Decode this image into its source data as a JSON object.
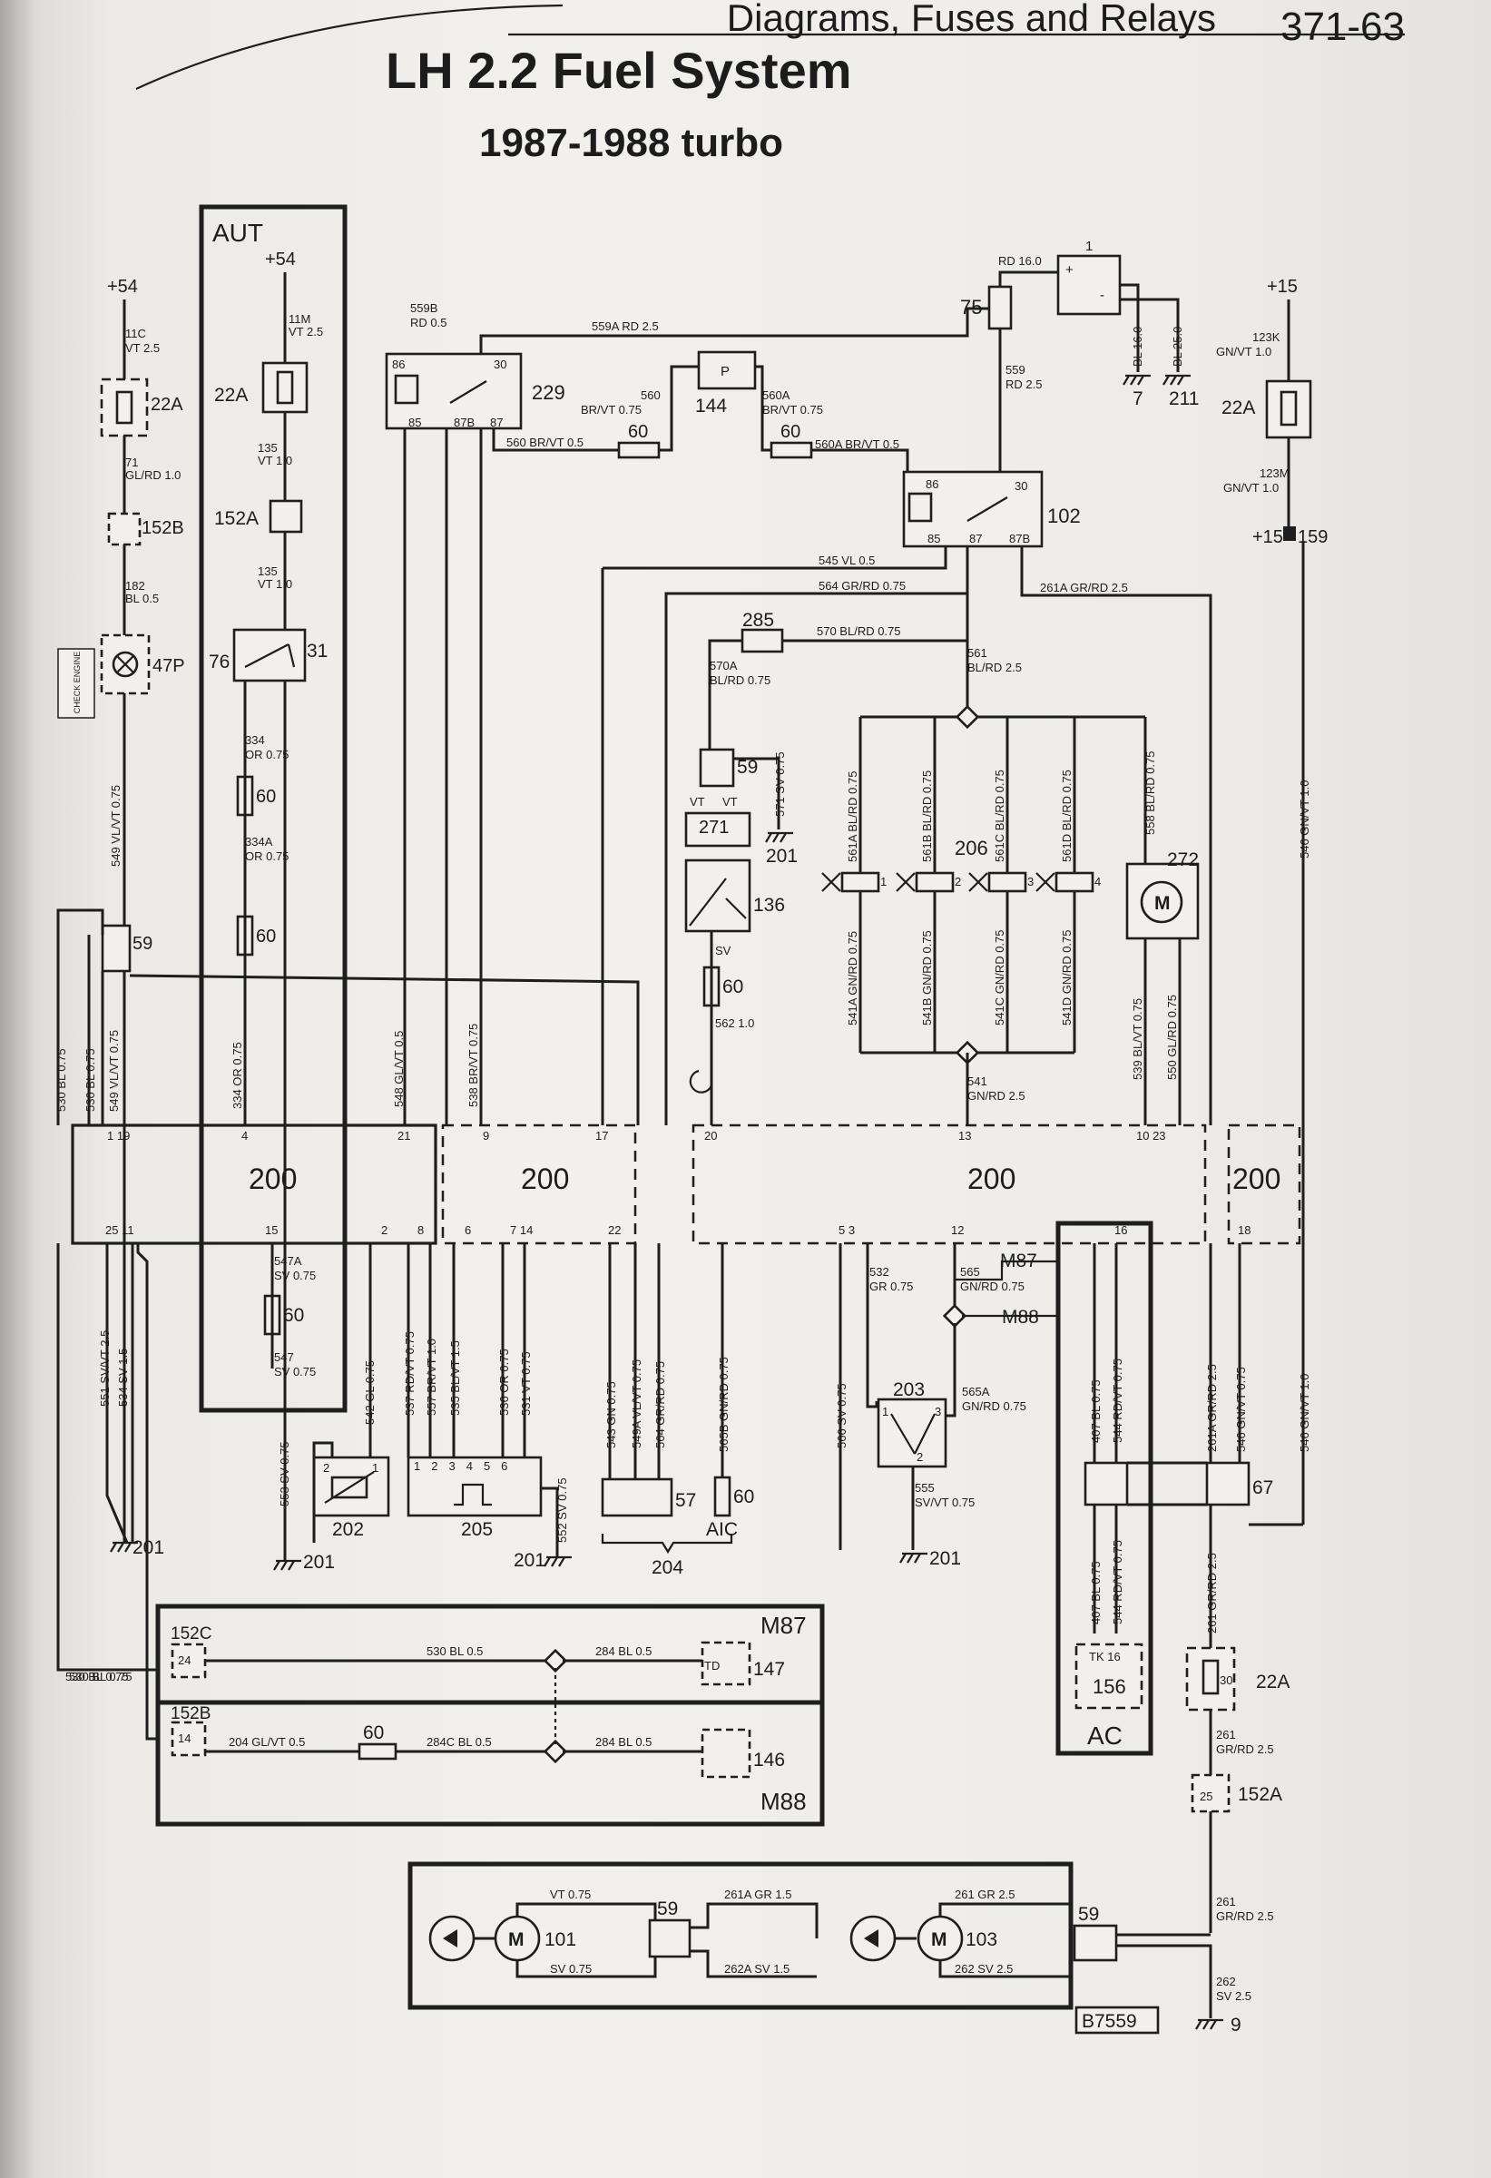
{
  "header": {
    "running": "Diagrams, Fuses and Relays",
    "page_number": "371-63",
    "title": "LH 2.2 Fuel System",
    "subtitle": "1987-1988 turbo"
  },
  "blocks": {
    "aut": "AUT",
    "ecu": "200",
    "ac": "AC",
    "m87": "M87",
    "m88": "M88",
    "aic": "AIC",
    "ref": "B7559"
  },
  "supply": {
    "p54": "+54",
    "p15": "+15",
    "p15_159": "+15",
    "n159": "159"
  },
  "components": {
    "c1": "1",
    "c22a": "22A",
    "c152b": "152B",
    "c152a": "152A",
    "c152c": "152C",
    "c47p": "47P",
    "check_engine": "CHECK ENGINE",
    "c76": "76",
    "c31": "31",
    "c229": "229",
    "c144": "144",
    "c102": "102",
    "c75": "75",
    "c285": "285",
    "c271": "271",
    "c136": "136",
    "c201": "201",
    "c206": "206",
    "c272": "272",
    "c59": "59",
    "c60": "60",
    "c202": "202",
    "c205": "205",
    "c203": "203",
    "c204": "204",
    "c57": "57",
    "c67": "67",
    "c147": "147",
    "c146": "146",
    "c156": "156",
    "tk16": "TK 16",
    "c101": "101",
    "c103": "103",
    "c7": "7",
    "c211": "211",
    "c9": "9",
    "p": "P",
    "m": "M",
    "sv": "SV",
    "vt": "VT",
    "td": "TD"
  },
  "wires": {
    "w11c": "11C",
    "w11c_spec": "VT 2.5",
    "w11m": "11M",
    "w11m_spec": "VT 2.5",
    "w71": "71",
    "w71_spec": "GL/RD 1.0",
    "w135": "135",
    "w135_spec": "VT 1.0",
    "w182": "182",
    "w182_spec": "BL 0.5",
    "w334": "334",
    "w334_spec": "OR 0.75",
    "w334a": "334A",
    "w334a_spec": "OR 0.75",
    "w549": "549 VL/VT 0.75",
    "w548": "548 GL/VT 0.5",
    "w538": "538 BR/VT 0.75",
    "w334v": "334 OR 0.75",
    "w530": "530 BL 0.75",
    "w530b": "530 BL 0.75",
    "w559b": "559B",
    "w559b_spec": "RD 0.5",
    "w559a": "559A RD 2.5",
    "w560": "560",
    "w560_spec": "BR/VT 0.75",
    "w560b": "560 BR/VT 0.5",
    "w560a": "560A",
    "w560a_spec": "BR/VT 0.75",
    "w560a2": "560A BR/VT 0.5",
    "w559": "559",
    "w559_spec": "RD 2.5",
    "rd16": "RD 16.0",
    "w545": "545 VL 0.5",
    "w564": "564 GR/RD 0.75",
    "w261a": "261A GR/RD 2.5",
    "w570": "570 BL/RD 0.75",
    "w570a": "570A",
    "w570a_spec": "BL/RD 0.75",
    "w561": "561",
    "w561_spec": "BL/RD 2.5",
    "w571": "571 SV 0.75",
    "w123k": "123K",
    "w123k_spec": "GN/VT 1.0",
    "w123m": "123M",
    "w123m_spec": "GN/VT 1.0",
    "bl16": "BL 16.0",
    "bl25": "BL 25.0",
    "w546": "546 GN/VT 1.0",
    "w561a": "561A BL/RD 0.75",
    "w561b": "561B BL/RD 0.75",
    "w561c": "561C BL/RD 0.75",
    "w561d": "561D BL/RD 0.75",
    "w558": "558 BL/RD 0.75",
    "w541a": "541A GN/RD 0.75",
    "w541b": "541B GN/RD 0.75",
    "w541c": "541C GN/RD 0.75",
    "w541d": "541D GN/RD 0.75",
    "w539": "539 BL/VT 0.75",
    "w550": "550 GL/RD 0.75",
    "w541": "541",
    "w541_spec": "GN/RD 2.5",
    "w562": "562 1.0",
    "w547a": "547A",
    "w547a_spec": "SV 0.75",
    "w547": "547",
    "w547_spec": "SV 0.75",
    "w551": "551 SV/VT 2.5",
    "w534": "534 SV 1.5",
    "w542": "542 GL 0.75",
    "w537": "537 RD/VT 0.75",
    "w557": "557 BR/VT 1.0",
    "w535": "535 BL/VT 1.5",
    "w536": "536 OR 0.75",
    "w531": "531 VT 0.75",
    "w553": "553 SV 0.75",
    "w552": "552 SV 0.75",
    "w543": "543 GN 0.75",
    "w549a": "549A VL/VT 0.75",
    "w564b": "564 GR/RD 0.75",
    "w565b": "565B GN/RD 0.75",
    "w566": "566 SV 0.75",
    "w532": "532",
    "w532_spec": "GR 0.75",
    "w565": "565",
    "w565_spec": "GN/RD 0.75",
    "w565a": "565A",
    "w565a_spec": "GN/RD 0.75",
    "w555": "555",
    "w555_spec": "SV/VT 0.75",
    "w407": "407 BL 0.75",
    "w544": "544 RD/VT 0.75",
    "w261a2": "261A GR/RD 2.5",
    "w546b": "546 GN/VT 0.75",
    "w546c": "546 GN/VT 1.0",
    "w261": "261",
    "w261_spec": "GR/RD 2.5",
    "w261v": "261 GR/RD 2.5",
    "w530m": "530 BL 0.5",
    "w284": "284 BL 0.5",
    "w204": "204 GL/VT 0.5",
    "w284c": "284C BL 0.5",
    "vt075": "VT 0.75",
    "sv075": "SV 0.75",
    "w261ab": "261A GR 1.5",
    "w262a": "262A SV 1.5",
    "w261g": "261 GR 2.5",
    "w262": "262 SV 2.5",
    "w262r": "262",
    "w262r_spec": "SV 2.5"
  },
  "ecu_pins": {
    "p1_19": "1  19",
    "p4": "4",
    "p21": "21",
    "p9": "9",
    "p17": "17",
    "p20": "20",
    "p13": "13",
    "p10_23": "10  23",
    "p25_11": "25 11",
    "p15": "15",
    "p2": "2",
    "p8": "8",
    "p6": "6",
    "p7_14": "7  14",
    "p22": "22",
    "p5_3": "5   3",
    "p12": "12",
    "p16": "16",
    "p18": "18"
  },
  "relay_pins": {
    "r86": "86",
    "r30": "30",
    "r85": "85",
    "r87b": "87B",
    "r87": "87"
  },
  "pins": {
    "n1": "1",
    "n2": "2",
    "n3": "3",
    "n4": "4",
    "n5": "5",
    "n6": "6",
    "n8": "8",
    "n13": "13",
    "n14": "14",
    "n22": "22",
    "n24": "24",
    "n25": "25",
    "n30": "30",
    "plus": "+",
    "minus": "-"
  }
}
